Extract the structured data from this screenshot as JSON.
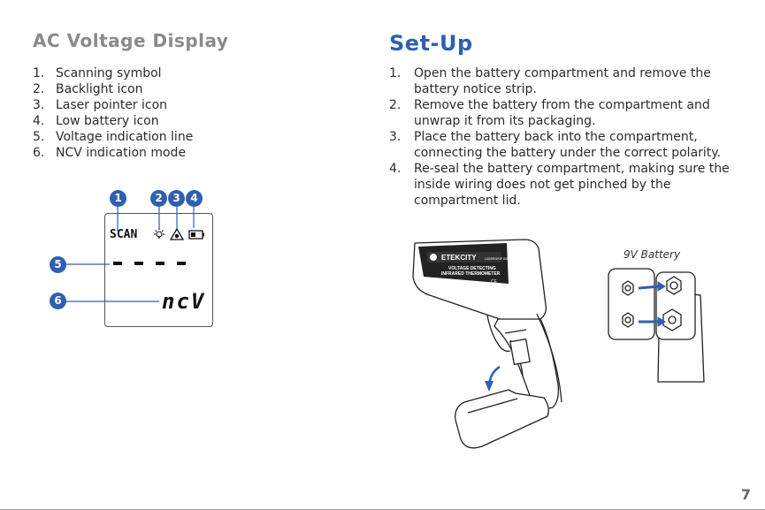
{
  "left": {
    "title": "AC Voltage Display",
    "items": [
      {
        "num": "1.",
        "text": "Scanning symbol"
      },
      {
        "num": "2.",
        "text": "Backlight icon"
      },
      {
        "num": "3.",
        "text": "Laser pointer icon"
      },
      {
        "num": "4.",
        "text": "Low battery icon"
      },
      {
        "num": "5.",
        "text": "Voltage indication line"
      },
      {
        "num": "6.",
        "text": "NCV indication mode"
      }
    ],
    "display": {
      "scan_label": "SCAN",
      "ncv_label": "ncV",
      "callouts": [
        "1",
        "2",
        "3",
        "4",
        "5",
        "6"
      ]
    }
  },
  "right": {
    "title": "Set-Up",
    "steps": [
      {
        "num": "1.",
        "text": "Open the battery compartment and remove the battery notice strip."
      },
      {
        "num": "2.",
        "text": "Remove the battery from the compartment and unwrap it from its packaging."
      },
      {
        "num": "3.",
        "text": "Place the battery back into the compartment, connecting the battery under the correct polarity."
      },
      {
        "num": "4.",
        "text": "Re-seal the battery compartment, making sure the inside wiring does not get pinched by the compartment lid."
      }
    ],
    "device": {
      "brand": "ETEKCITY",
      "model": "LASERGRIP 800",
      "label_line1": "VOLTAGE DETECTING",
      "label_line2": "INFRARED THERMOMETER",
      "cert": "CE"
    },
    "battery_label": "9V Battery"
  },
  "page_number": "7",
  "colors": {
    "accent": "#2f5fb0",
    "heading_gray": "#8a8a8a"
  }
}
